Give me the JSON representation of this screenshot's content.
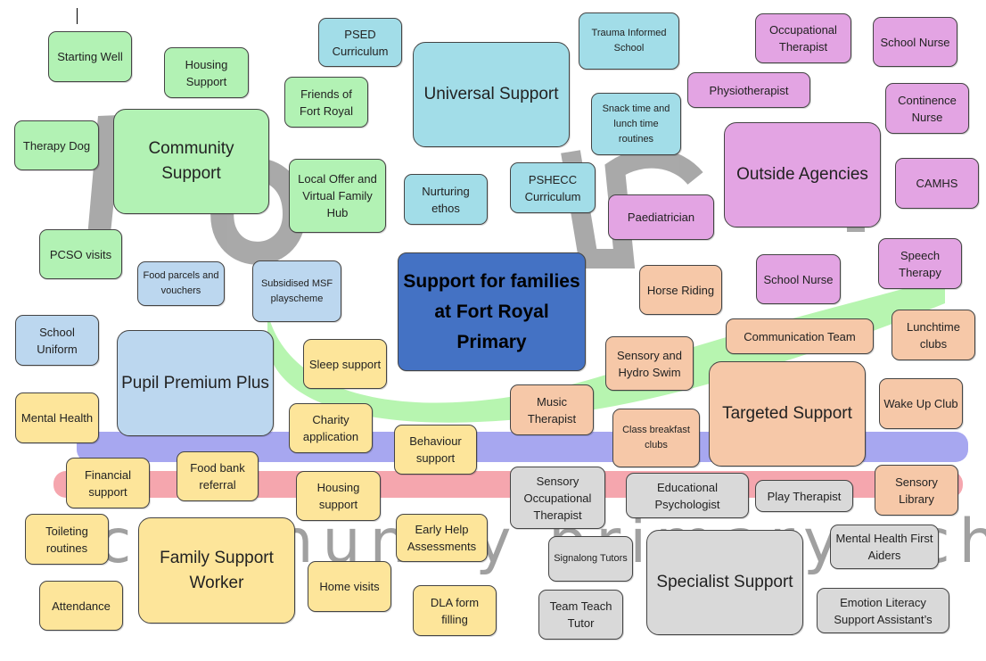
{
  "colors": {
    "green": "#b2f2b4",
    "teal": "#a2dde8",
    "violet": "#e3a4e3",
    "peach": "#f6c8a8",
    "light_blue": "#bcd7ef",
    "yellow": "#fde59a",
    "grey": "#d9d9d9",
    "center_blue": "#4472c4",
    "logo_green_band": "#b7f5b0",
    "logo_blue_band": "#a7a7f0",
    "logo_red_band": "#f5a6ae",
    "logo_text": "#9a9a9a"
  },
  "logo_watermark": {
    "script_text": "Fort Royal",
    "footer_text": "community primary school"
  },
  "center": {
    "label": "Support for families at Fort Royal Primary"
  },
  "groups": {
    "community": {
      "hub": "Community Support",
      "items": [
        "Starting Well",
        "Housing Support",
        "Friends of Fort Royal",
        "Therapy Dog",
        "Local Offer and Virtual Family Hub",
        "PCSO visits"
      ]
    },
    "universal": {
      "hub": "Universal Support",
      "items": [
        "PSED Curriculum",
        "Trauma Informed School",
        "Snack time and lunch time routines",
        "Nurturing ethos",
        "PSHECC Curriculum"
      ]
    },
    "outside": {
      "hub": "Outside Agencies",
      "items": [
        "Occupational Therapist",
        "School Nurse",
        "Physiotherapist",
        "Continence Nurse",
        "CAMHS",
        "Paediatrician",
        "School Nurse",
        "Speech Therapy"
      ]
    },
    "pupil_premium": {
      "hub": "Pupil Premium Plus",
      "items": [
        "Food parcels and vouchers",
        "Subsidised MSF playscheme",
        "School Uniform"
      ]
    },
    "targeted": {
      "hub": "Targeted Support",
      "items": [
        "Horse Riding",
        "Communication Team",
        "Lunchtime clubs",
        "Sensory and Hydro Swim",
        "Music Therapist",
        "Class breakfast clubs",
        "Wake Up Club",
        "Sensory Library"
      ]
    },
    "family": {
      "hub": "Family Support Worker",
      "items": [
        "Sleep support",
        "Mental Health",
        "Charity application",
        "Behaviour support",
        "Financial support",
        "Food bank referral",
        "Housing support",
        "Toileting routines",
        "Early Help Assessments",
        "Home visits",
        "Attendance",
        "DLA form filling"
      ]
    },
    "specialist": {
      "hub": "Specialist Support",
      "items": [
        "Sensory Occupational Therapist",
        "Educational Psychologist",
        "Play Therapist",
        "Mental Health First Aiders",
        "Signalong Tutors",
        "Team Teach Tutor",
        "Emotion Literacy Support Assistant’s"
      ]
    }
  }
}
